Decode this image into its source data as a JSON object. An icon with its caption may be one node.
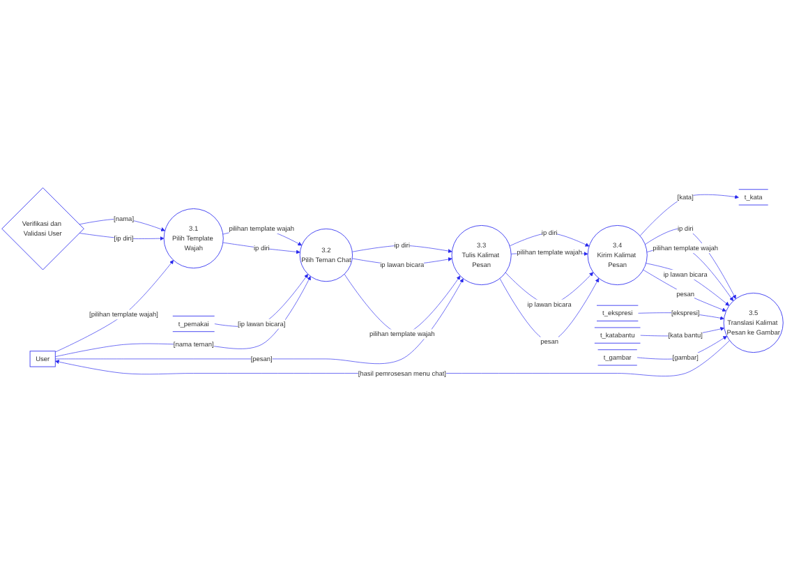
{
  "diagram": {
    "nodes": [
      {
        "text": [
          "Verifikasi dan Validasi User"
        ]
      },
      {
        "text": [
          "3.1",
          "Pilih Template Wajah"
        ]
      },
      {
        "text": [
          "User"
        ]
      },
      {
        "text": [
          "3.2",
          "Pilih Teman Chat"
        ]
      },
      {
        "text": [
          "t_pemakai"
        ]
      },
      {
        "text": [
          "3.3",
          "Tulis Kalimat Pesan"
        ]
      },
      {
        "text": [
          "3.4",
          "Kirim Kalimat Pesan"
        ]
      },
      {
        "text": [
          "t_kata"
        ]
      },
      {
        "text": [
          "3.5",
          "Translasi Kalimat Pesan ke Gambar"
        ]
      },
      {
        "text": [
          "t_ekspresi"
        ]
      },
      {
        "text": [
          "t_katabantu"
        ]
      },
      {
        "text": [
          "t_gambar"
        ]
      }
    ],
    "edges": [
      {
        "from": 0,
        "to": 1,
        "arrow": "to",
        "label": "[nama]"
      },
      {
        "from": 0,
        "to": 1,
        "arrow": "to",
        "label": "[ip diri]"
      },
      {
        "from": 2,
        "to": 1,
        "arrow": "to",
        "label": "[pilihan template wajah]"
      },
      {
        "from": 1,
        "to": 3,
        "arrow": "to",
        "label": "pilihan template wajah"
      },
      {
        "from": 1,
        "to": 3,
        "arrow": "to",
        "label": "ip diri"
      },
      {
        "from": 2,
        "to": 3,
        "arrow": "to",
        "label": "[nama teman]"
      },
      {
        "from": 4,
        "to": 3,
        "arrow": "to",
        "label": "[ip lawan bicara]"
      },
      {
        "from": 2,
        "to": 5,
        "arrow": "to",
        "label": "[pesan]"
      },
      {
        "from": 3,
        "to": 5,
        "arrow": "to",
        "label": "ip diri"
      },
      {
        "from": 3,
        "to": 5,
        "arrow": "to",
        "label": "ip lawan bicara"
      },
      {
        "from": 3,
        "to": 5,
        "arrow": "to",
        "label": "pilihan template wajah"
      },
      {
        "from": 5,
        "to": 6,
        "arrow": "to",
        "label": "ip diri"
      },
      {
        "from": 5,
        "to": 6,
        "arrow": "to",
        "label": "pilihan template wajah"
      },
      {
        "from": 5,
        "to": 6,
        "arrow": "to",
        "label": "ip lawan bicara"
      },
      {
        "from": 5,
        "to": 6,
        "arrow": "to",
        "label": "pesan"
      },
      {
        "from": 6,
        "to": 7,
        "arrow": "to",
        "label": "[kata]"
      },
      {
        "from": 6,
        "to": 8,
        "arrow": "to",
        "label": "ip diri"
      },
      {
        "from": 6,
        "to": 8,
        "arrow": "to",
        "label": "pilihan template wajah"
      },
      {
        "from": 6,
        "to": 8,
        "arrow": "to",
        "label": "ip lawan bicara"
      },
      {
        "from": 6,
        "to": 8,
        "arrow": "to",
        "label": "pesan"
      },
      {
        "from": 9,
        "to": 8,
        "arrow": "to",
        "label": "[ekspresi]"
      },
      {
        "from": 10,
        "to": 8,
        "arrow": "to",
        "label": "[kata bantu]"
      },
      {
        "from": 11,
        "to": 8,
        "arrow": "to",
        "label": "[gambar]"
      },
      {
        "from": 8,
        "to": 2,
        "arrow": "to",
        "label": "[hasil pemrosesan menu chat]"
      }
    ]
  }
}
